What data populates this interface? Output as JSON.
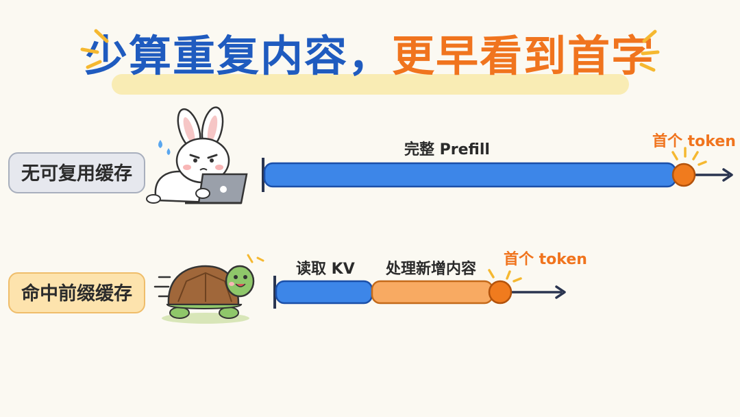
{
  "title": {
    "part1": "少算重复内容，",
    "part2": "更早看到首字"
  },
  "rows": [
    {
      "badge": "无可复用缓存",
      "segments": [
        {
          "label": "完整 Prefill",
          "color": "#3d86e8"
        }
      ],
      "marker_label": "首个 token",
      "character": "rabbit-icon"
    },
    {
      "badge": "命中前缀缓存",
      "segments": [
        {
          "label": "读取 KV",
          "color": "#3d86e8"
        },
        {
          "label": "处理新增内容",
          "color": "#f8aa62"
        }
      ],
      "marker_label": "首个 token",
      "character": "turtle-icon"
    }
  ],
  "colors": {
    "blue": "#1f5bbf",
    "orange": "#f0741e",
    "bar_blue": "#3d86e8",
    "bar_orange": "#f8aa62"
  }
}
